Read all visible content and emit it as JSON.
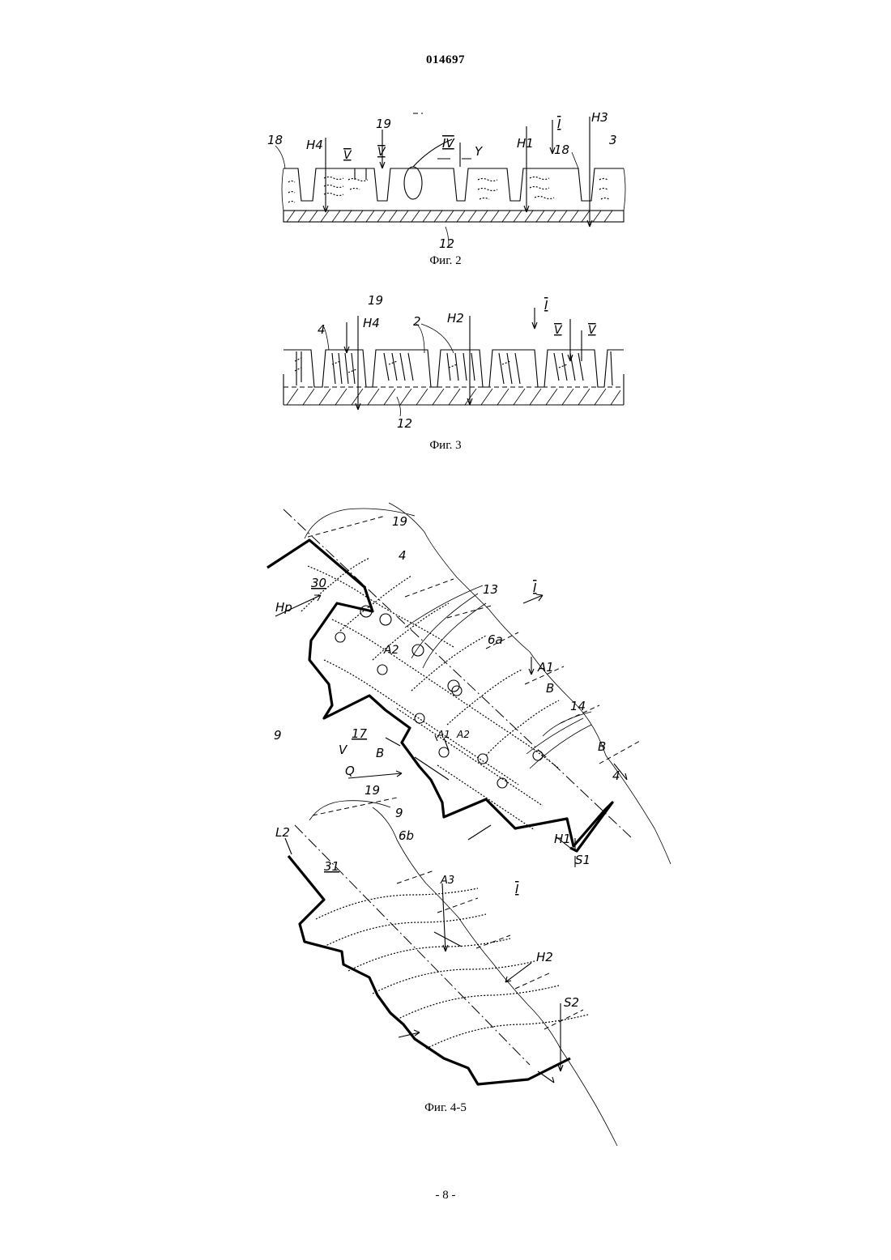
{
  "header": {
    "doc_number": "014697"
  },
  "figures": {
    "fig2": {
      "caption": "Фиг. 2",
      "labels": {
        "l18a": "18",
        "lH4": "H4",
        "lV1": "V",
        "l19": "19",
        "lV2": "V",
        "lIV": "IV",
        "lY": "Y",
        "lH1": "H1",
        "lI": "I",
        "l18b": "18",
        "lH3": "H3",
        "l3": "3",
        "l12": "12"
      }
    },
    "fig3": {
      "caption": "Фиг. 3",
      "labels": {
        "l19": "19",
        "l4": "4",
        "lH4": "H4",
        "l2": "2",
        "lH2": "H2",
        "lI": "I",
        "lV1": "V",
        "lV2": "V",
        "l12": "12"
      }
    },
    "fig45": {
      "caption": "Фиг. 4-5",
      "labels": {
        "l19a": "19",
        "l4a": "4",
        "l30": "30",
        "lHp": "Hp",
        "l13": "13",
        "lI1": "I",
        "lA2a": "A2",
        "l6a": "6a",
        "lA1": "A1",
        "lBa": "B",
        "l14": "14",
        "l9a": "9",
        "l17": "17",
        "lV": "V",
        "lBb": "B",
        "lA1b": "A1",
        "lA2b": "A2",
        "lQ": "Q",
        "lBc": "B",
        "l4b": "4",
        "l19b": "19",
        "l9b": "9",
        "l6b": "6b",
        "lH1": "H1",
        "lS1": "S1",
        "lL2": "L2",
        "l31": "31",
        "lA3": "A3",
        "lI2": "I",
        "lH2": "H2",
        "lS2": "S2"
      }
    }
  },
  "footer": {
    "page_number": "- 8 -"
  }
}
